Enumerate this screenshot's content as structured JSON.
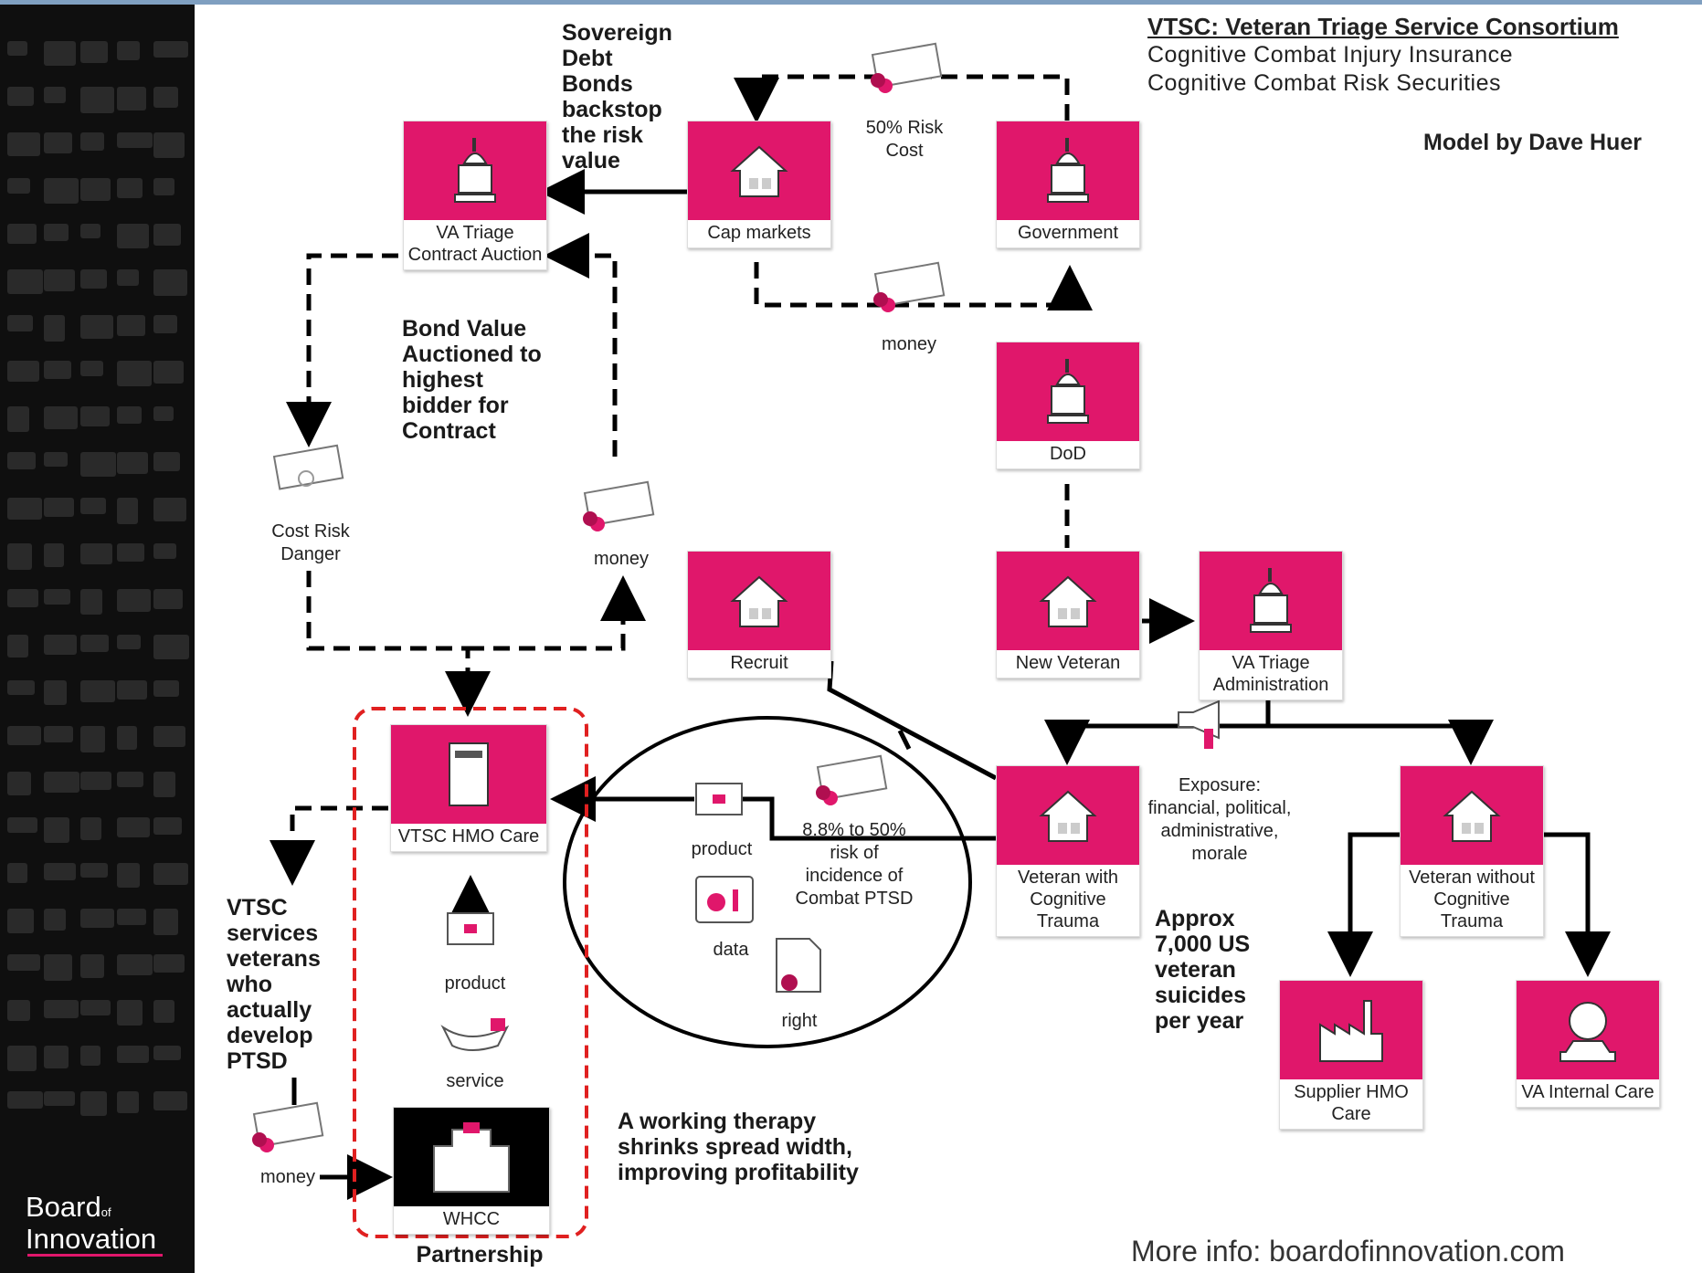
{
  "header": {
    "title": "VTSC: Veteran Triage Service Consortium",
    "subtitle1": "Cognitive Combat Injury Insurance",
    "subtitle2": "Cognitive Combat Risk Securities",
    "model_by": "Model by Dave Huer"
  },
  "brand": {
    "line1": "Board",
    "of": "of",
    "line2": "Innovation"
  },
  "footer": {
    "more_info": "More info: boardofinnovation.com"
  },
  "colors": {
    "accent": "#e0176b",
    "sidebar": "#0f0f0f",
    "partnership_border": "#e02020"
  },
  "actors": {
    "va_triage_auction": "VA Triage Contract Auction",
    "cap_markets": "Cap markets",
    "government": "Government",
    "dod": "DoD",
    "recruit": "Recruit",
    "new_veteran": "New Veteran",
    "va_triage_admin": "VA Triage Administration",
    "vtsc_hmo": "VTSC HMO Care",
    "veteran_with": "Veteran with Cognitive Trauma",
    "veteran_without": "Veteran without Cognitive Trauma",
    "supplier_hmo": "Supplier HMO Care",
    "va_internal": "VA Internal Care",
    "whcc": "WHCC"
  },
  "flow_labels": {
    "risk_cost": "50% Risk Cost",
    "money_gov": "money",
    "cost_risk": "Cost Risk Danger",
    "money_auction": "money",
    "product_circle": "product",
    "data": "data",
    "right": "right",
    "risk_incidence": "8.8% to 50% risk of incidence of Combat PTSD",
    "exposure": "Exposure: financial, political, administrative, morale",
    "product_partner": "product",
    "service": "service",
    "money_partner": "money"
  },
  "notes": {
    "sovereign": "Sovereign Debt Bonds backstop the risk value",
    "bond_value": "Bond Value Auctioned to highest bidder for Contract",
    "vtsc_services": "VTSC services veterans who actually develop PTSD",
    "suicides": "Approx 7,000 US veteran suicides per year",
    "working_therapy": "A working therapy shrinks spread width, improving profitability",
    "partnership": "Partnership"
  }
}
